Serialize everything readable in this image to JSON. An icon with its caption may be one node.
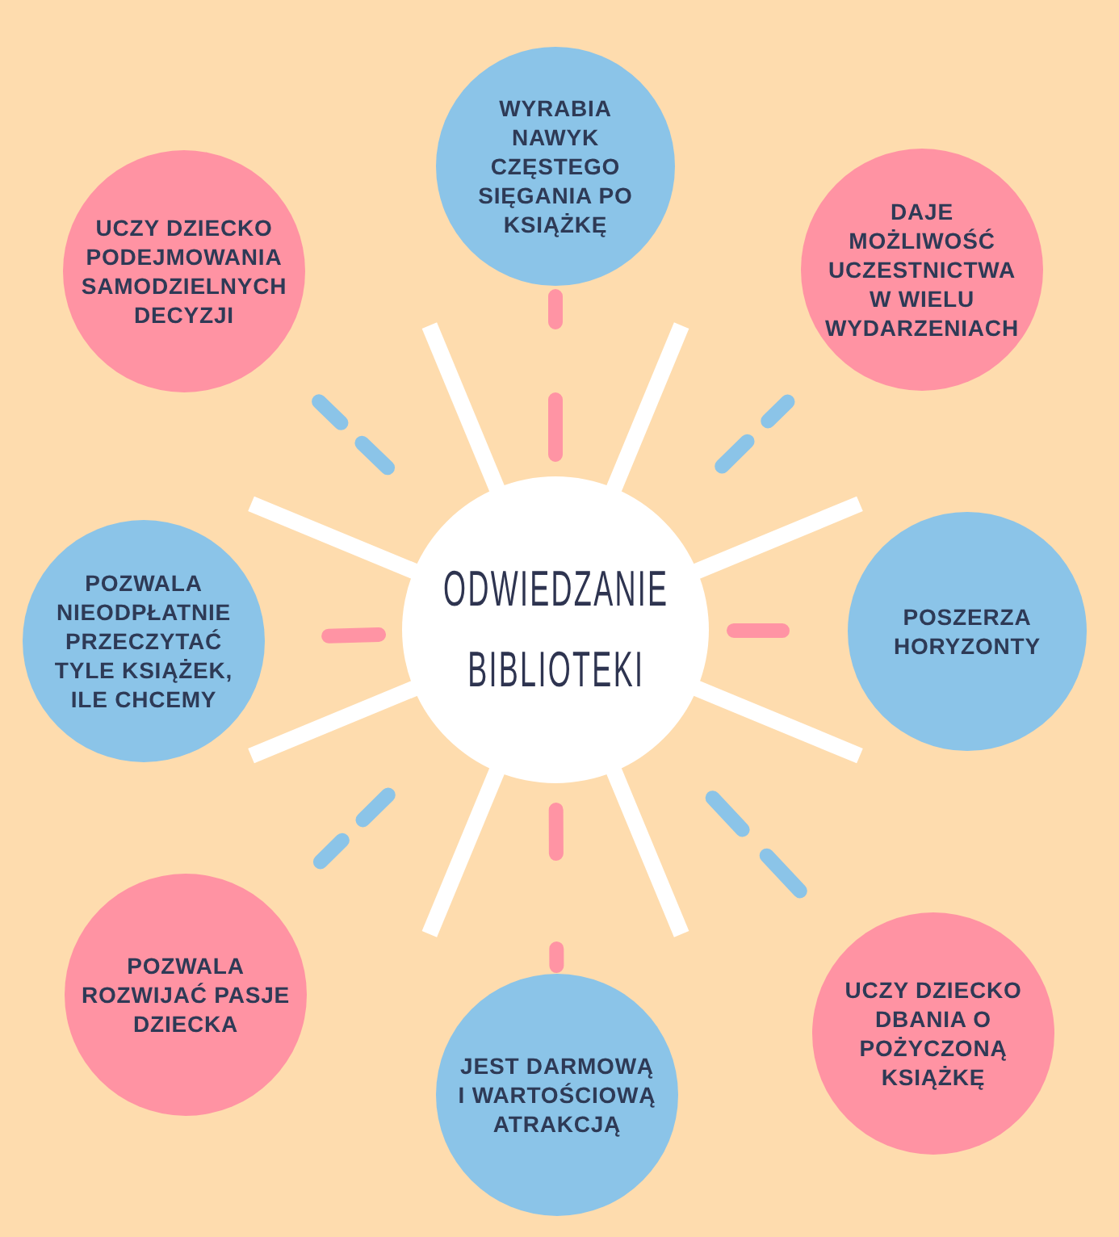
{
  "diagram": {
    "nodes": [
      {
        "text": [
          "ODWIEDZANIE BIBLIOTEKI"
        ]
      },
      {
        "text": [
          "WYRABIA NAWYK CZĘSTEGO SIĘGANIA PO KSIĄŻKĘ"
        ]
      },
      {
        "text": [
          "DAJE MOŻLIWOŚĆ UCZESTNICTWA W WIELU WYDARZENIACH"
        ]
      },
      {
        "text": [
          "POSZERZA HORYZONTY"
        ]
      },
      {
        "text": [
          "UCZY DZIECKO DBANIA O POŻYCZONĄ KSIĄŻKĘ"
        ]
      },
      {
        "text": [
          "JEST DARMOWĄ I WARTOŚCIOWĄ ATRAKCJĄ"
        ]
      },
      {
        "text": [
          "POZWALA ROZWIJAĆ PASJE DZIECKA"
        ]
      },
      {
        "text": [
          "POZWALA NIEODPŁATNIE PRZECZYTAĆ TYLE KSIĄŻEK, ILE CHCEMY"
        ]
      },
      {
        "text": [
          "UCZY DZIECKO PODEJMOWANIA SAMODZIELNYCH DECYZJI"
        ]
      }
    ],
    "edges": [
      {
        "from": 0,
        "to": 1,
        "arrow": "none",
        "style": "dashed",
        "color": "#ff94a4"
      },
      {
        "from": 0,
        "to": 2,
        "arrow": "none",
        "style": "dashed",
        "color": "#8bc4e8"
      },
      {
        "from": 0,
        "to": 3,
        "arrow": "none",
        "style": "dashed",
        "color": "#ff94a4"
      },
      {
        "from": 0,
        "to": 4,
        "arrow": "none",
        "style": "dashed",
        "color": "#8bc4e8"
      },
      {
        "from": 0,
        "to": 5,
        "arrow": "none",
        "style": "dashed",
        "color": "#ff94a4"
      },
      {
        "from": 0,
        "to": 6,
        "arrow": "none",
        "style": "dashed",
        "color": "#8bc4e8"
      },
      {
        "from": 0,
        "to": 7,
        "arrow": "none",
        "style": "dashed",
        "color": "#ff94a4"
      },
      {
        "from": 0,
        "to": 8,
        "arrow": "none",
        "style": "dashed",
        "color": "#8bc4e8"
      }
    ]
  }
}
